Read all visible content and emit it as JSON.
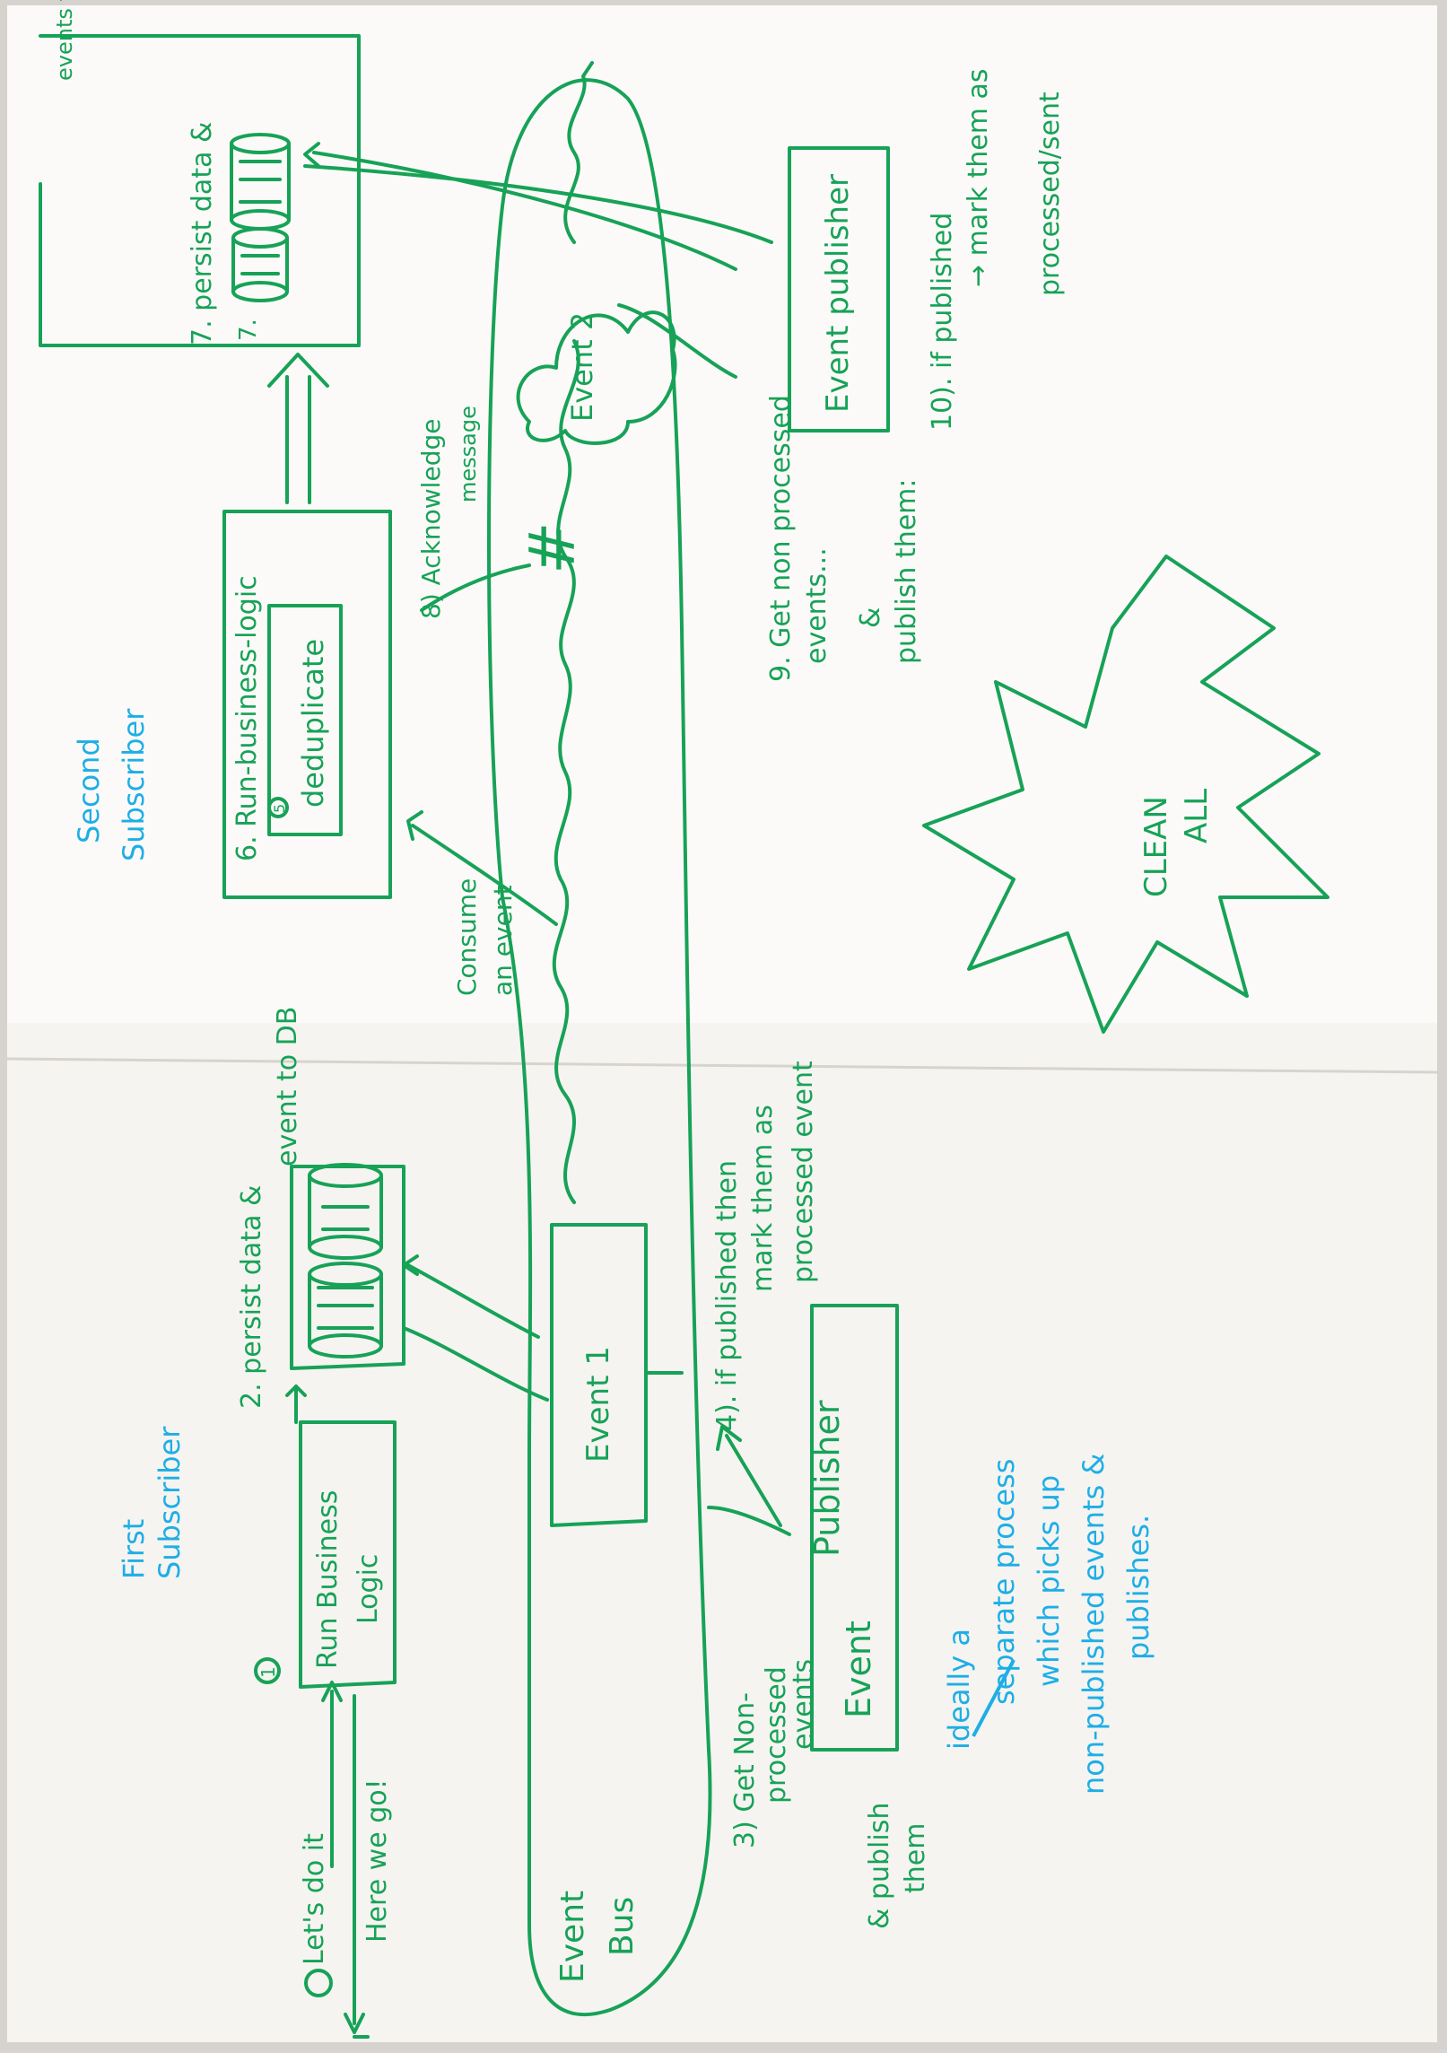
{
  "colors": {
    "ink_green": "#17a257",
    "ink_blue": "#1eaee6",
    "paper": "#fbfaf8"
  },
  "left_half": {
    "lets_do_it": "Let's do it",
    "here_we_go": "Here we go!",
    "step1_number": "1",
    "run_business_logic_1": "Run Business",
    "run_business_logic_2": "Logic",
    "first_subscriber_1": "First",
    "first_subscriber_2": "Subscriber",
    "step2_label": "2. persist data &",
    "step2_label_2": "event to DB",
    "event_bus_1": "Event",
    "event_bus_2": "Bus",
    "event1": "Event 1",
    "step3_1": "3) Get Non-",
    "step3_2": "processed",
    "step3_3": "events",
    "step3_4": "& publish",
    "step3_5": "them",
    "event_publisher_1": "Event",
    "event_publisher_2": "Publisher",
    "step4_1": "4). if published then",
    "step4_2": "mark them as",
    "step4_3": "processed event",
    "blue_note": [
      "ideally a",
      "separate process",
      "which picks up",
      "non-published events &",
      "publishes."
    ]
  },
  "right_half": {
    "second_subscriber_1": "Second",
    "second_subscriber_2": "Subscriber",
    "consume_event_1": "Consume",
    "consume_event_2": "an event",
    "step6_title": "6. Run-business-logic",
    "step5_deduplicate": "deduplicate",
    "step5_number": "5",
    "step7_label_1": "7. persist data &",
    "step7_label_2": "events to DB",
    "step7_number": "7.",
    "step8_1": "8) Acknowledge",
    "step8_2": "message",
    "event2": "Event 2",
    "step9_1": "9. Get non processed",
    "step9_2": "events...",
    "step9_3": "&",
    "step9_4": "publish them:",
    "event_publisher_right": "Event publisher",
    "step10_1": "10). if published",
    "step10_2": "→ mark them as",
    "step10_3": "processed/sent",
    "hash_mark": "#",
    "clean_1": "CLEAN",
    "clean_2": "ALL"
  }
}
